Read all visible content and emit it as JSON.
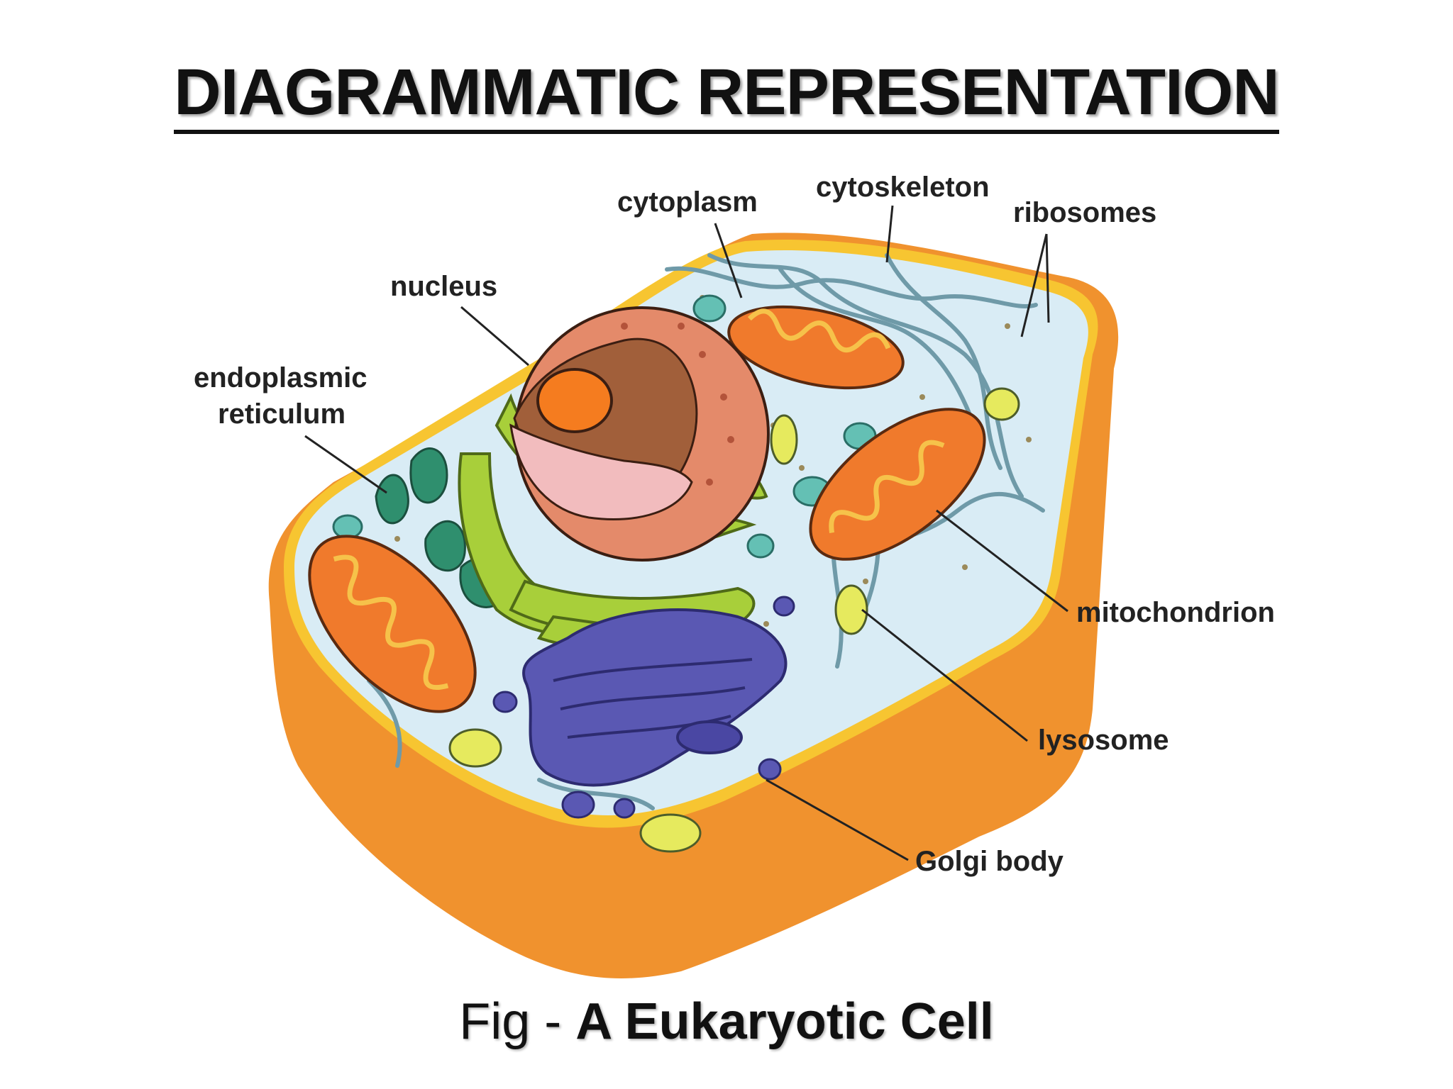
{
  "title": "DIAGRAMMATIC REPRESENTATION",
  "labels": {
    "cytoplasm": "cytoplasm",
    "cytoskeleton": "cytoskeleton",
    "ribosomes": "ribosomes",
    "nucleus": "nucleus",
    "er_line1": "endoplasmic",
    "er_line2": "reticulum",
    "mitochondrion": "mitochondrion",
    "lysosome": "lysosome",
    "golgi": "Golgi body"
  },
  "caption": {
    "prefix": "Fig - ",
    "main": "A Eukaryotic Cell"
  },
  "colors": {
    "membrane_outer": "#f0922e",
    "membrane_edge": "#f7c531",
    "cytoplasm": "#d9ecf5",
    "nucleus": "#e48a6a",
    "nucleolus": "#f57c1f",
    "er_green": "#a8cf3a",
    "er_teal": "#2f8f6e",
    "golgi": "#5a58b3",
    "mitochondrion": "#f07a2c",
    "lysosome": "#e6ea5e",
    "vesicle": "#64c0b4",
    "cytoskeleton": "#6f9aa8"
  }
}
